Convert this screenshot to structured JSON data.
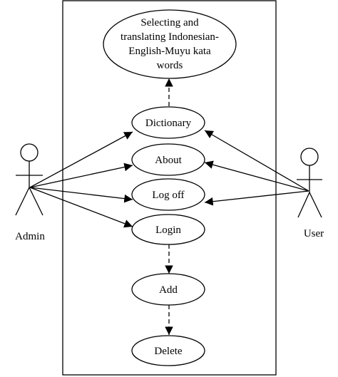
{
  "actors": {
    "admin": {
      "label": "Admin"
    },
    "user": {
      "label": "User"
    }
  },
  "use_cases": {
    "selecting": {
      "lines": [
        "Selecting and",
        "translating Indonesian-",
        "English-Muyu kata",
        "words"
      ]
    },
    "dictionary": {
      "label": "Dictionary"
    },
    "about": {
      "label": "About"
    },
    "logoff": {
      "label": "Log off"
    },
    "login": {
      "label": "Login"
    },
    "add": {
      "label": "Add"
    },
    "delete": {
      "label": "Delete"
    }
  }
}
